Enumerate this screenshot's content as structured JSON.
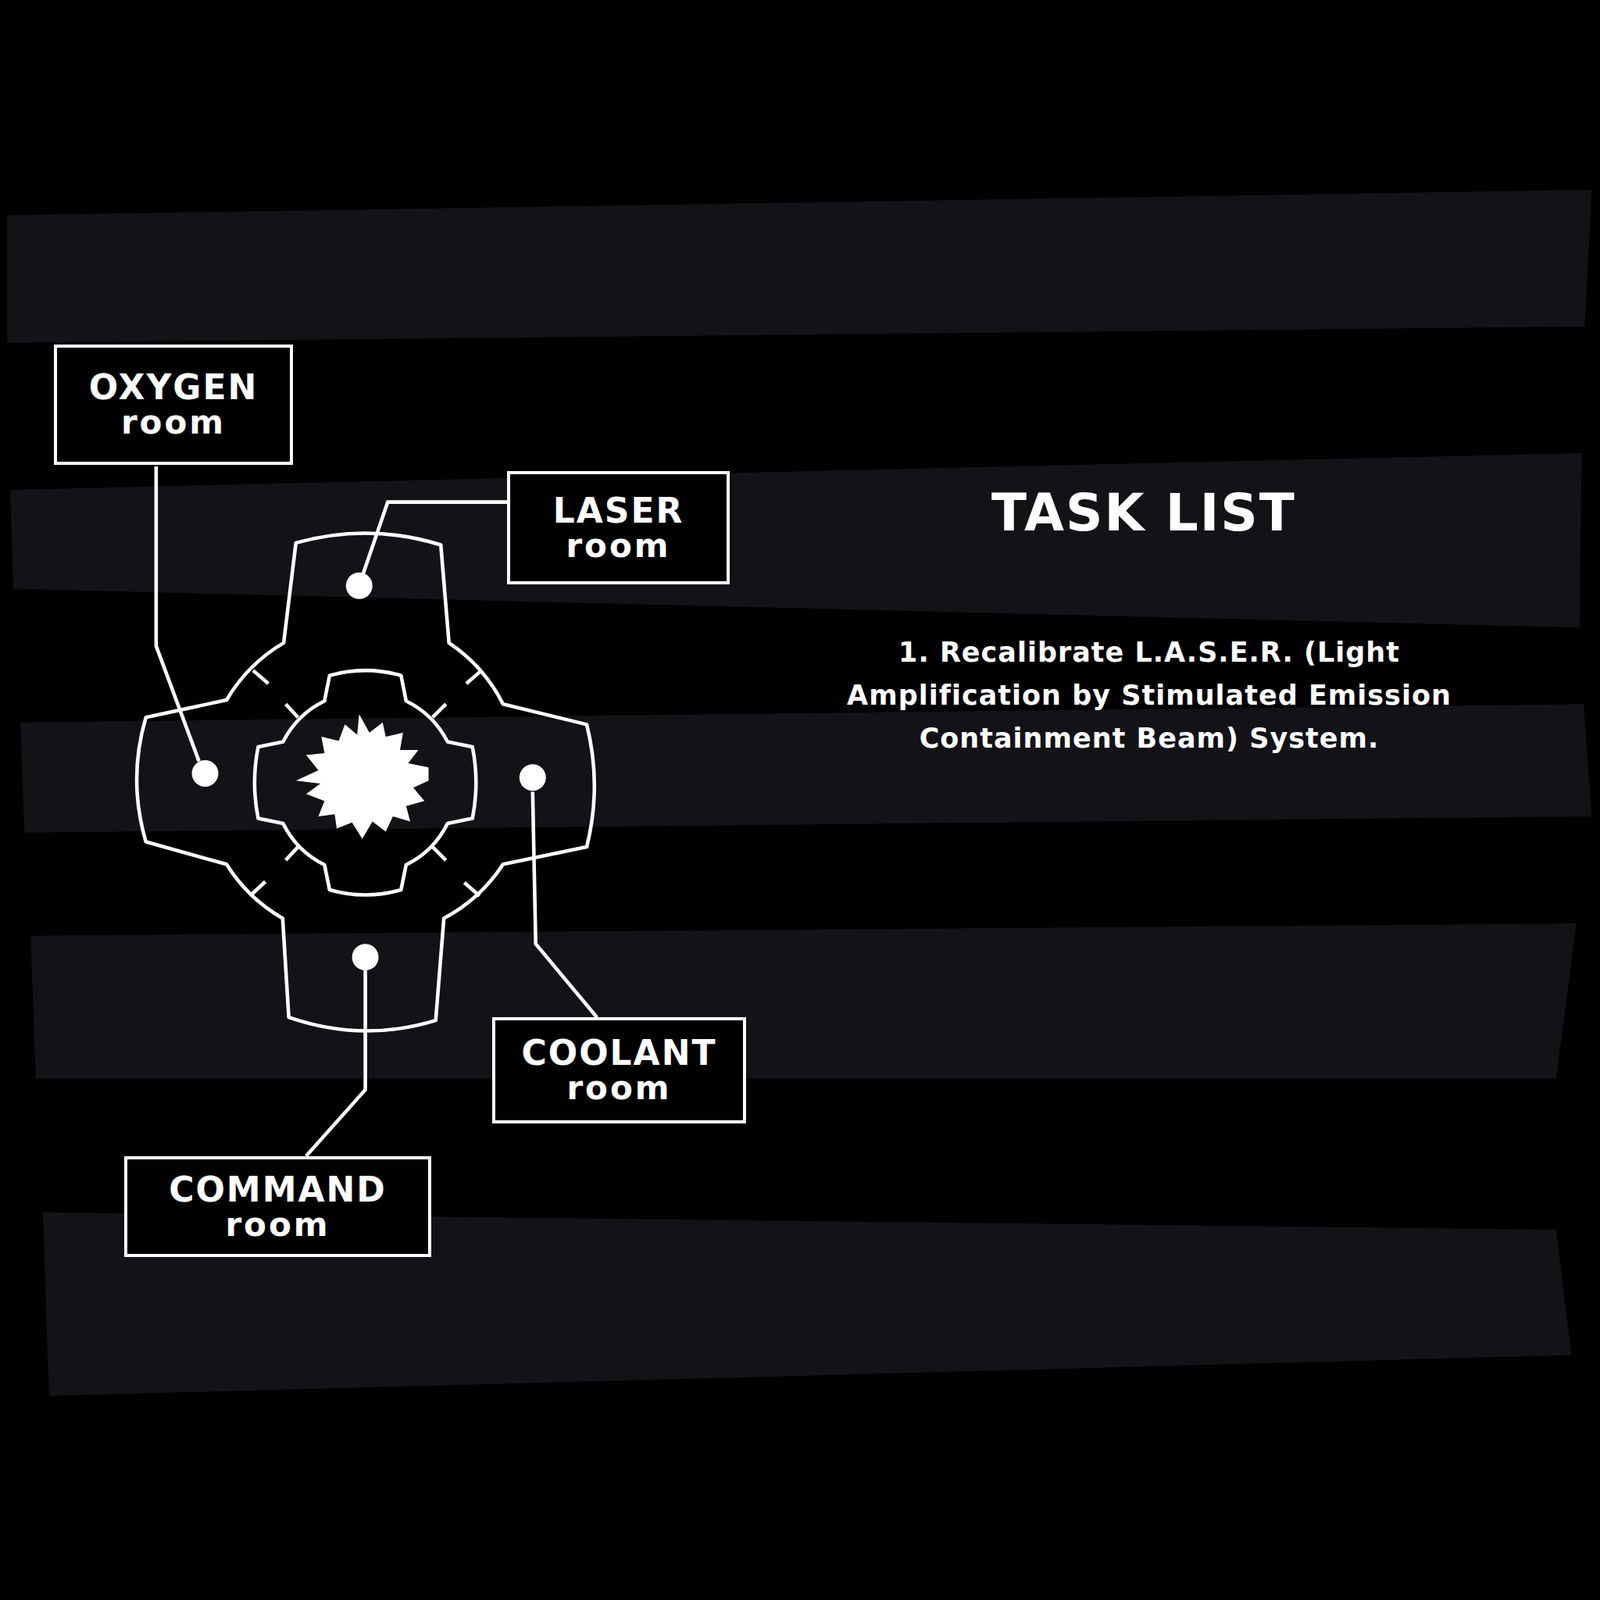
{
  "diagram": {
    "title": "TASK LIST",
    "nodes": [
      {
        "text": [
          "OXYGEN",
          "room"
        ]
      },
      {
        "text": [
          "LASER",
          "room"
        ]
      },
      {
        "text": [
          "COOLANT",
          "room"
        ]
      },
      {
        "text": [
          "COMMAND",
          "room"
        ]
      }
    ],
    "labels": [
      "1. Recalibrate L.A.S.E.R. (Light Amplification by Stimulated Emission  Containment Beam) System."
    ]
  }
}
